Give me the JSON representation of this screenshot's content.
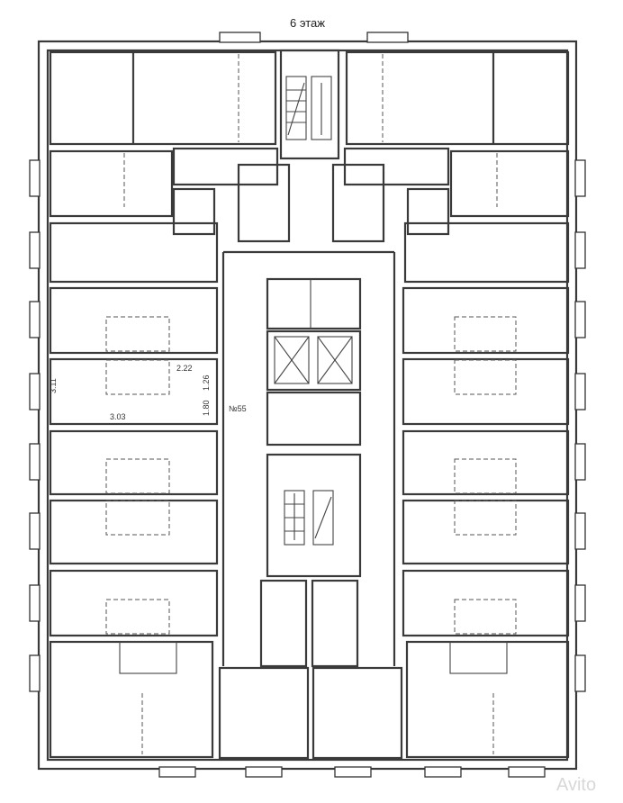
{
  "floor_title": "6 этаж",
  "apartment_number": "№55",
  "dimensions": {
    "d1": "2.22",
    "d2": "3.11",
    "d3": "3.03",
    "d4": "1.80",
    "d5": "1.26"
  },
  "watermark": "Avito"
}
